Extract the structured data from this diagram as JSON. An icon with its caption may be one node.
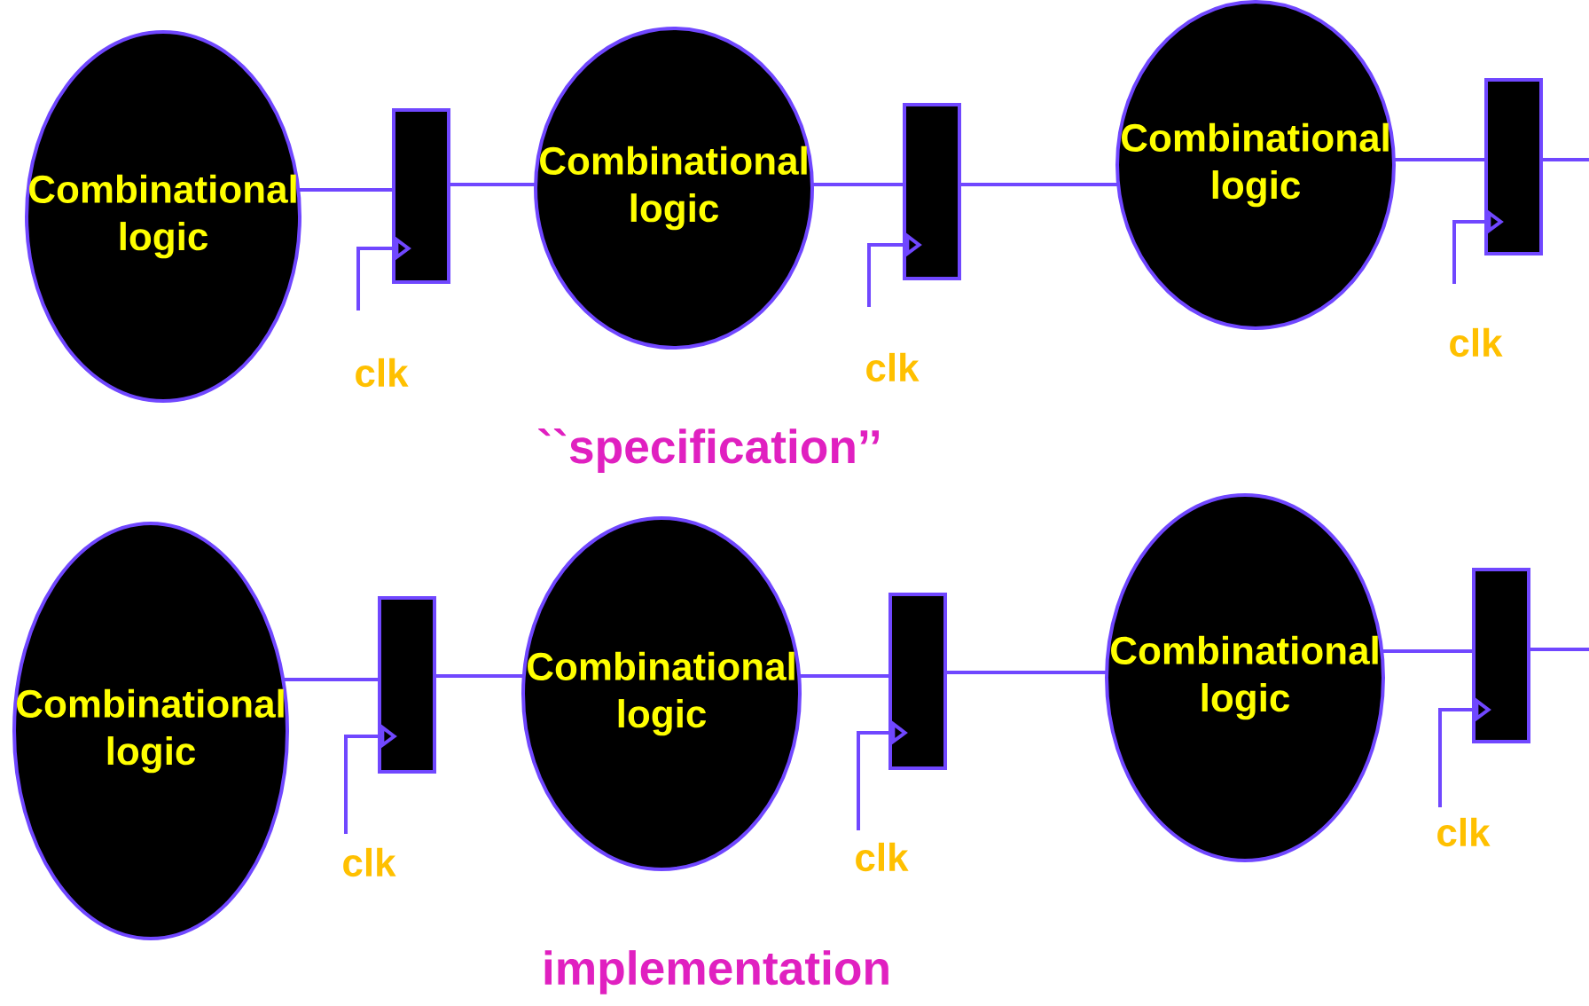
{
  "diagram": {
    "nodes": [
      {
        "text": [
          "Combinational logic"
        ]
      },
      {
        "text": [],
        "shape": "box"
      },
      {
        "text": [
          "clk"
        ]
      },
      {
        "text": [
          "Combinational logic"
        ]
      },
      {
        "text": [],
        "shape": "box"
      },
      {
        "text": [
          "clk"
        ]
      },
      {
        "text": [
          "Combinational logic"
        ]
      },
      {
        "text": [],
        "shape": "box"
      },
      {
        "text": [
          "clk"
        ]
      },
      {
        "text": [
          "Combinational logic"
        ]
      },
      {
        "text": [],
        "shape": "box"
      },
      {
        "text": [
          "clk"
        ]
      },
      {
        "text": [
          "Combinational logic"
        ]
      },
      {
        "text": [],
        "shape": "box"
      },
      {
        "text": [
          "clk"
        ]
      },
      {
        "text": [
          "Combinational logic"
        ]
      },
      {
        "text": [],
        "shape": "box"
      },
      {
        "text": [
          "clk"
        ]
      }
    ],
    "edges": [
      {
        "from": 0,
        "to": 1,
        "arrow": "none"
      },
      {
        "from": 2,
        "to": 1,
        "arrow": "to"
      },
      {
        "from": 1,
        "to": 3,
        "arrow": "none"
      },
      {
        "from": 3,
        "to": 4,
        "arrow": "none"
      },
      {
        "from": 5,
        "to": 4,
        "arrow": "to"
      },
      {
        "from": 4,
        "to": 6,
        "arrow": "none"
      },
      {
        "from": 6,
        "to": 7,
        "arrow": "none"
      },
      {
        "from": 8,
        "to": 7,
        "arrow": "to"
      },
      {
        "from": 7,
        "to": null,
        "arrow": "none"
      },
      {
        "from": 9,
        "to": 10,
        "arrow": "none"
      },
      {
        "from": 11,
        "to": 10,
        "arrow": "to"
      },
      {
        "from": 10,
        "to": 12,
        "arrow": "none"
      },
      {
        "from": 12,
        "to": 13,
        "arrow": "none"
      },
      {
        "from": 14,
        "to": 13,
        "arrow": "to"
      },
      {
        "from": 13,
        "to": 15,
        "arrow": "none"
      },
      {
        "from": 15,
        "to": 16,
        "arrow": "none"
      },
      {
        "from": 17,
        "to": 16,
        "arrow": "to"
      },
      {
        "from": 16,
        "to": null,
        "arrow": "none"
      }
    ],
    "labels": [
      "``specification’’",
      "implementation"
    ]
  }
}
